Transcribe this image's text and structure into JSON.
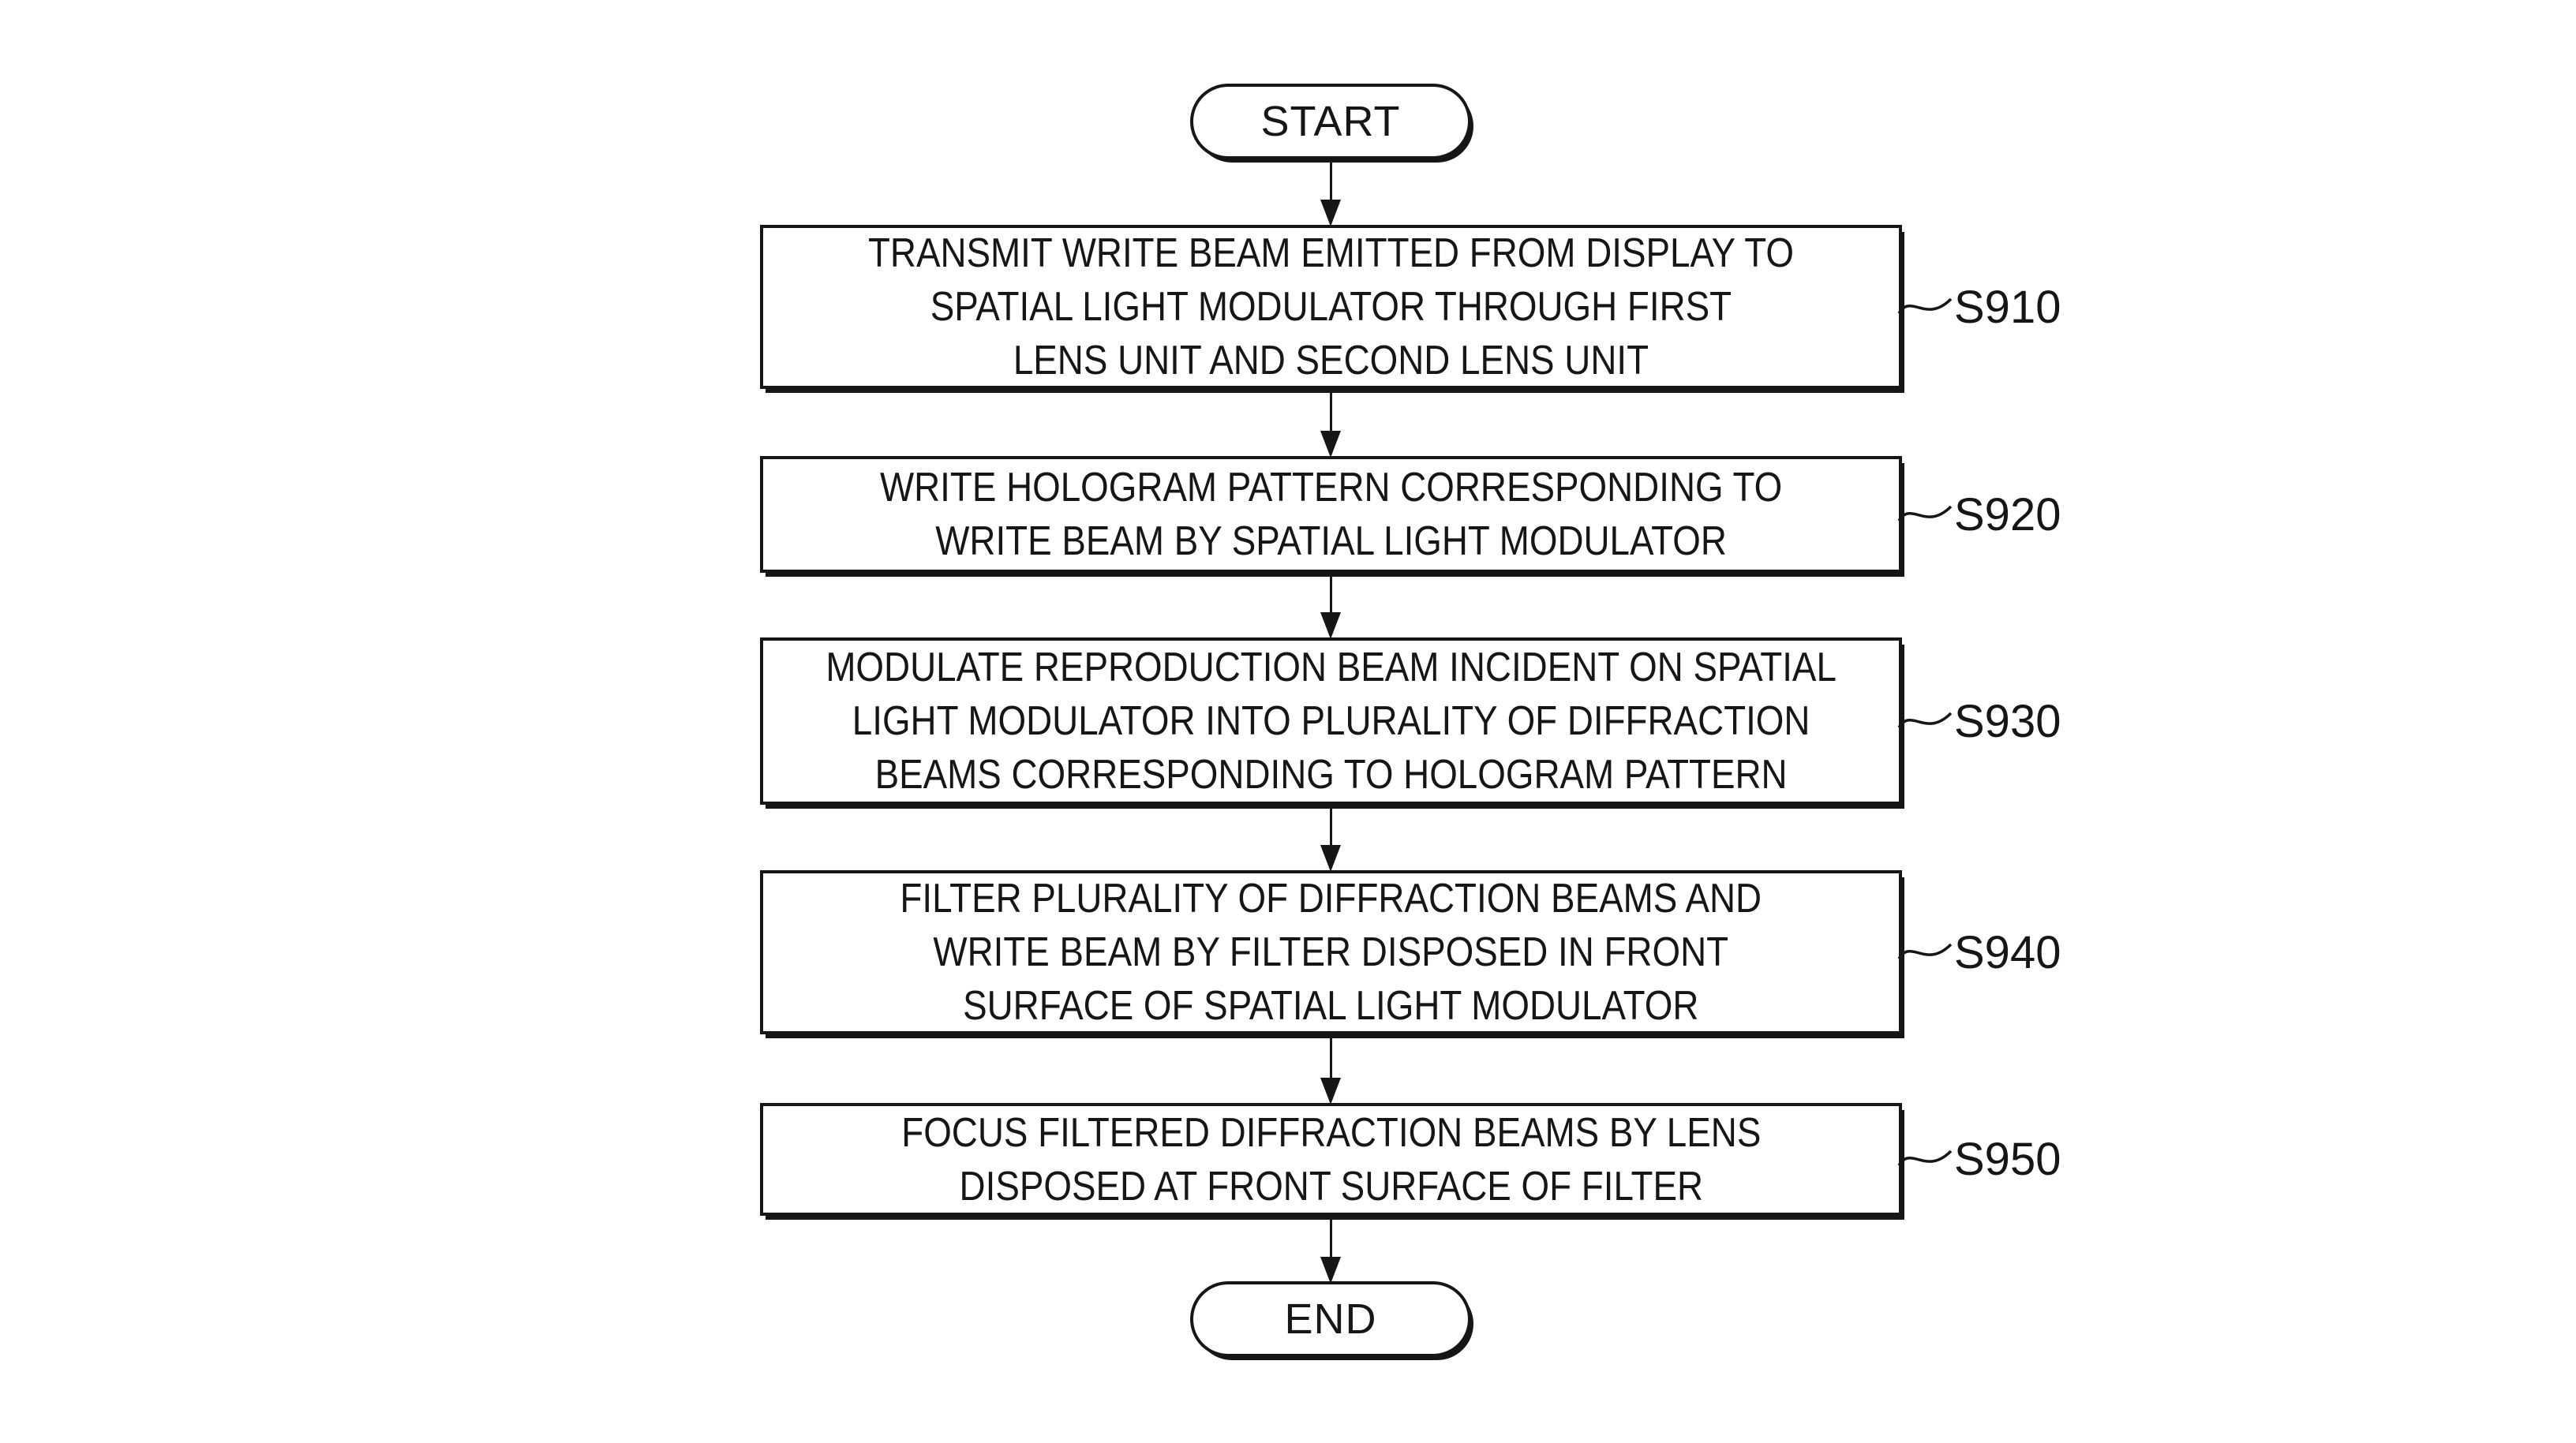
{
  "figure": {
    "terminals": {
      "start": "START",
      "end": "END"
    },
    "steps": [
      {
        "ref": "S910",
        "text": "TRANSMIT WRITE BEAM EMITTED FROM DISPLAY TO\nSPATIAL LIGHT MODULATOR THROUGH FIRST\nLENS UNIT AND SECOND LENS UNIT"
      },
      {
        "ref": "S920",
        "text": "WRITE HOLOGRAM PATTERN CORRESPONDING TO\nWRITE BEAM BY SPATIAL LIGHT MODULATOR"
      },
      {
        "ref": "S930",
        "text": "MODULATE REPRODUCTION BEAM INCIDENT ON SPATIAL\nLIGHT MODULATOR INTO PLURALITY OF DIFFRACTION\nBEAMS CORRESPONDING TO HOLOGRAM PATTERN"
      },
      {
        "ref": "S940",
        "text": "FILTER PLURALITY OF DIFFRACTION BEAMS AND\nWRITE BEAM BY FILTER DISPOSED IN FRONT\nSURFACE OF SPATIAL LIGHT MODULATOR"
      },
      {
        "ref": "S950",
        "text": "FOCUS FILTERED DIFFRACTION BEAMS BY LENS\nDISPOSED AT FRONT SURFACE OF FILTER"
      }
    ],
    "colors": {
      "ink": "#161616",
      "paper": "#ffffff"
    }
  }
}
